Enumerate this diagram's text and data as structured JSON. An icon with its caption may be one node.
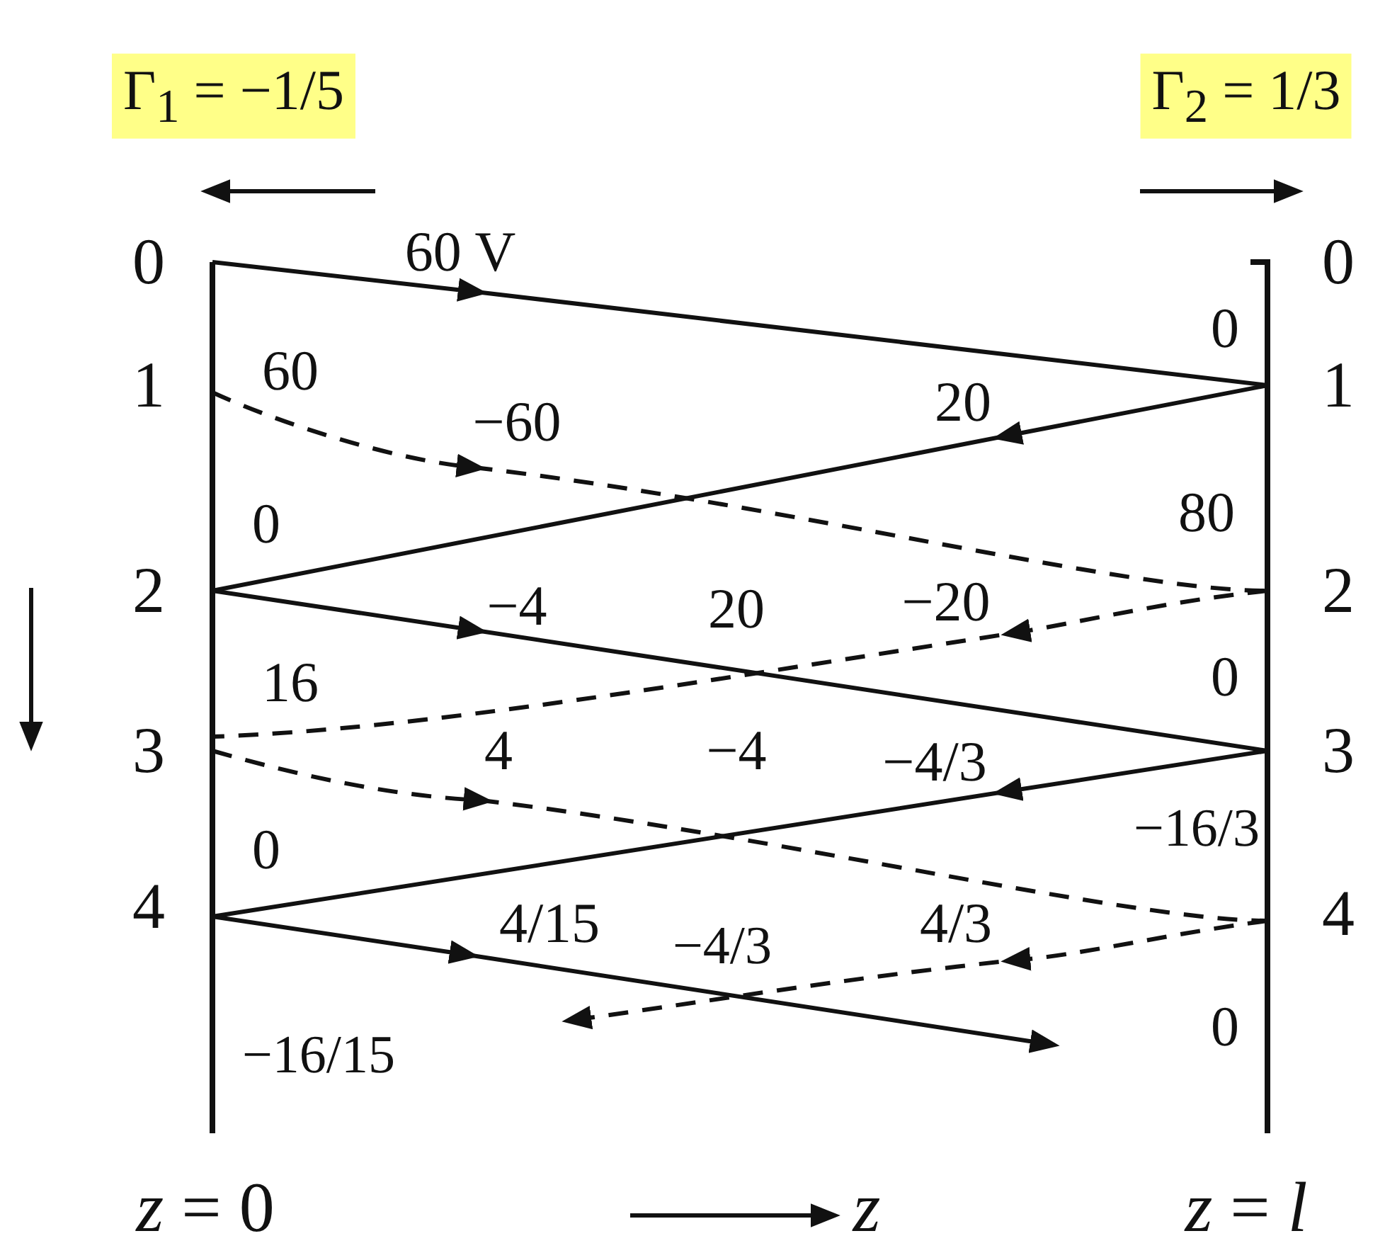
{
  "diagram": {
    "labels": [
      "Γ$_{1}$ = −1/5",
      "Γ$_{2}$ = 1/3",
      "0",
      "60 V",
      "0",
      "0",
      "1",
      "60",
      "−60",
      "20",
      "1",
      "0",
      "80",
      "2",
      "−4",
      "20",
      "−20",
      "2",
      "16",
      "0",
      "3",
      "4",
      "−4",
      "−4/3",
      "−16/3",
      "3",
      "0",
      "4",
      "4/15",
      "−4/3",
      "4/3",
      "4",
      "−16/15",
      "0",
      "*z* = 0",
      "z",
      "*z* = *l*"
    ]
  }
}
